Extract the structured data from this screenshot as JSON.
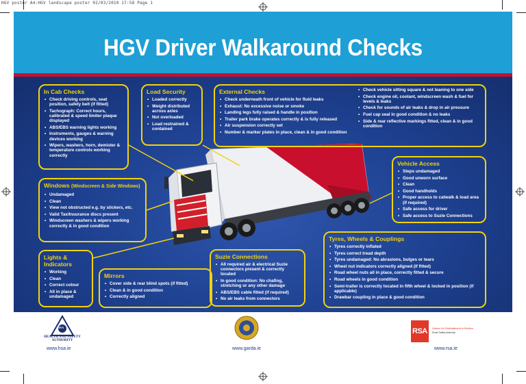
{
  "print_header": "HGV poster A4:HGV landscape poster  02/03/2010  17:58  Page 1",
  "title": "HGV Driver Walkaround Checks",
  "sections": {
    "in_cab": {
      "heading": "In Cab Checks",
      "items": [
        "Check driving controls, seat position, safety belt (if fitted)",
        "Tachograph: Correct hours, calibrated & speed limiter plaque displayed",
        "ABS/EBS warning lights working",
        "Instruments, gauges & warning devices working",
        "Wipers, washers, horn, demister & temperature controls working correctly"
      ]
    },
    "load_security": {
      "heading": "Load Security",
      "items": [
        "Loaded correctly",
        "Weight distributed across axles",
        "Not overloaded",
        "Load restrained & contained"
      ]
    },
    "external": {
      "heading": "External Checks",
      "items_left": [
        "Check underneath front of vehicle for fluid leaks",
        "Exhaust: No excessive noise or smoke",
        "Landing legs fully raised & handle in position",
        "Trailer park brake operates correctly & is fully released",
        "Air suspension correctly set",
        "Number & marker plates in place, clean & in good condition"
      ],
      "items_right": [
        "Check vehicle sitting square & not leaning to one side",
        "Check engine oil, coolant, windscreen wash & fuel for levels & leaks",
        "Check for sounds of air leaks & drop in air pressure",
        "Fuel cap seal in good condition & no leaks",
        "Side & rear reflective markings fitted, clean & in good condition"
      ]
    },
    "vehicle_access": {
      "heading": "Vehicle Access",
      "items": [
        "Steps undamaged",
        "Good unworn surface",
        "Clean",
        "Good handholds",
        "Proper access to catwalk & load area (if required)",
        "Safe access for driver",
        "Safe access to Suzie Connections"
      ]
    },
    "windows": {
      "heading": "Windows",
      "heading_sub": "(Windscreen & Side Windows)",
      "items": [
        "Undamaged",
        "Clean",
        "View not obstructed e.g. by stickers, etc.",
        "Valid Tax/Insurance discs present",
        "Windscreen washers & wipers working correctly & in good condition"
      ]
    },
    "lights": {
      "heading": "Lights & Indicators",
      "items": [
        "Working",
        "Clean",
        "Correct colour",
        "All in place & undamaged"
      ]
    },
    "mirrors": {
      "heading": "Mirrors",
      "items": [
        "Cover side & rear blind spots (if fitted)",
        "Clean & in good condition",
        "Correctly aligned"
      ]
    },
    "suzie": {
      "heading": "Suzie Connections",
      "items": [
        "All required air & electrical Suzie connectors present & correctly located",
        "In good condition: No chafing, stretching or any other damage",
        "ABS/EBS cable fitted (if required)",
        "No air leaks from connectors"
      ]
    },
    "tyres": {
      "heading": "Tyres, Wheels & Couplings",
      "items": [
        "Tyres correctly inflated",
        "Tyres correct tread depth",
        "Tyres undamaged: No abrasions, bulges or tears",
        "Wheel nut indicators correctly aligned (if fitted)",
        "Road wheel nuts all in place, correctly fitted & secure",
        "Road wheels in good condition",
        "Semi-trailer is correctly located in fifth wheel & locked in position (if applicable)",
        "Drawbar coupling in place & good condition"
      ]
    }
  },
  "footer": {
    "hsa": {
      "logo_text": "HEALTH AND SAFETY AUTHORITY",
      "logo_letters": "HSA",
      "url": "www.hsa.ie"
    },
    "garda": {
      "url": "www.garda.ie"
    },
    "rsa": {
      "logo_letters": "RSA",
      "tagline": "Údarás Um Shábháilteacht Ar Bhóithre",
      "tagline2": "Road Safety Authority",
      "url": "www.rsa.ie"
    }
  },
  "colors": {
    "header_blue": "#1e9fd6",
    "panel_blue": "#1d3f8e",
    "accent_yellow": "#f4d30a",
    "red_bar": "#c4122f",
    "rsa_red": "#e2382a"
  }
}
